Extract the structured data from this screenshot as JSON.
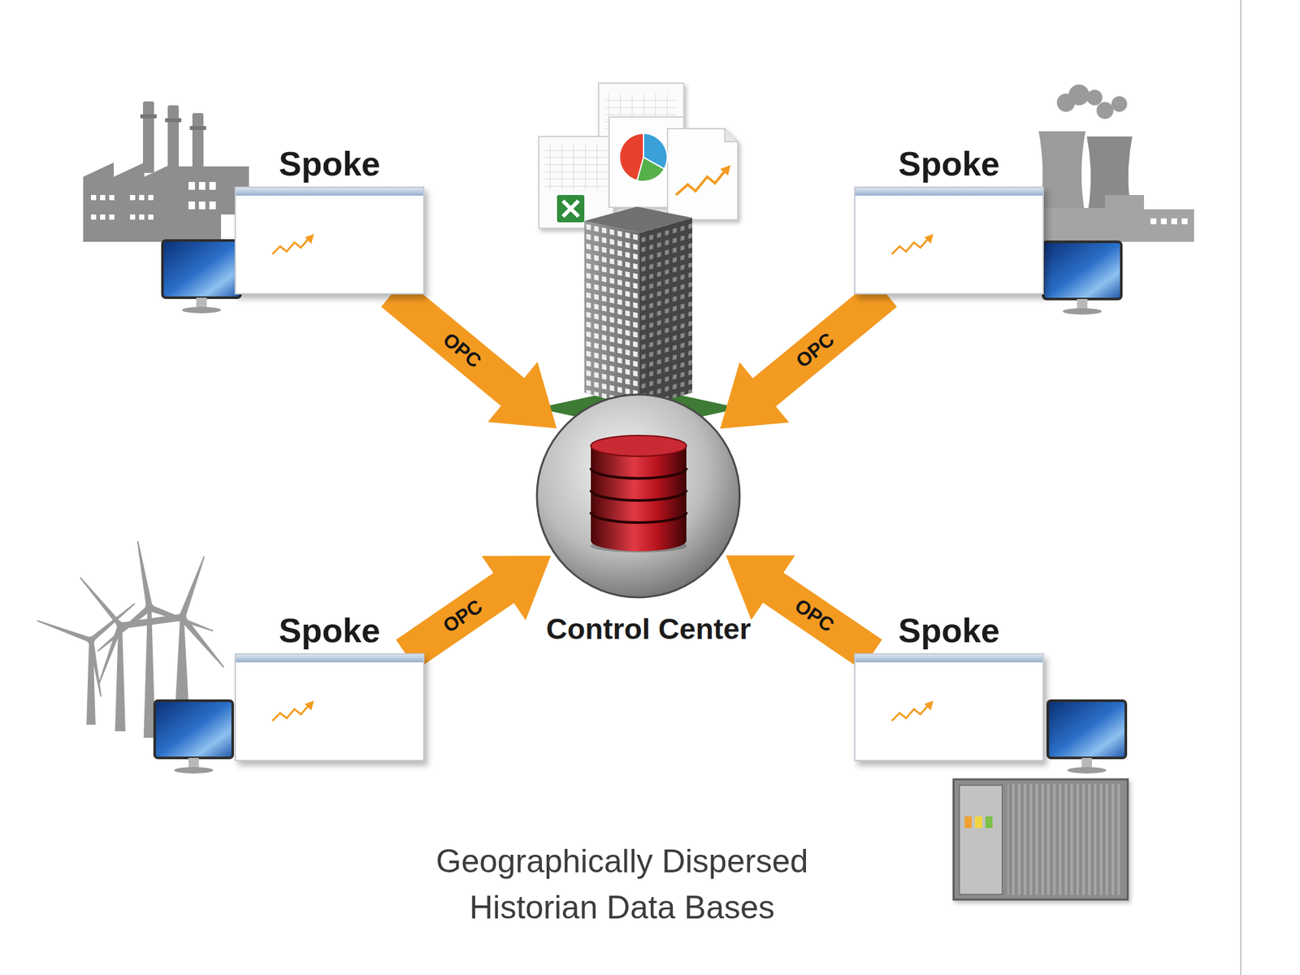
{
  "diagram": {
    "caption": "Geographically Dispersed Historian Data Bases",
    "nodes": [
      {
        "text": [
          "Spoke"
        ]
      },
      {
        "text": [
          "Spoke"
        ]
      },
      {
        "text": [
          "Control Center"
        ]
      },
      {
        "text": [
          "Spoke"
        ]
      },
      {
        "text": [
          "Spoke"
        ]
      }
    ],
    "edges": [
      {
        "from": 0,
        "to": 2,
        "arrow": "to",
        "label": "OPC"
      },
      {
        "from": 1,
        "to": 2,
        "arrow": "to",
        "label": "OPC"
      },
      {
        "from": 3,
        "to": 2,
        "arrow": "to",
        "label": "OPC"
      },
      {
        "from": 4,
        "to": 2,
        "arrow": "to",
        "label": "OPC"
      }
    ]
  }
}
